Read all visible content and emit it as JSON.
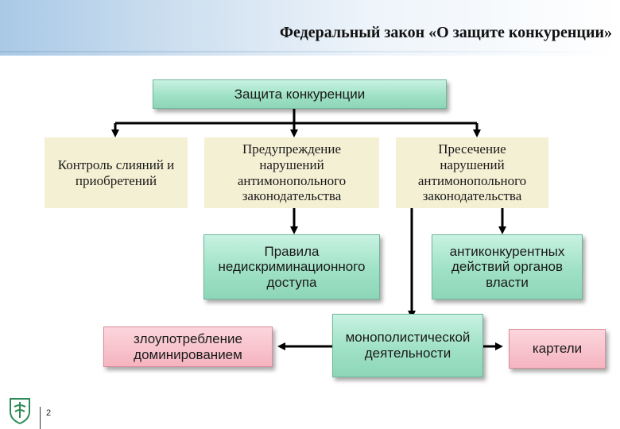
{
  "header": {
    "title": "Федеральный закон «О защите конкуренции»"
  },
  "diagram": {
    "root": "Защита конкуренции",
    "control": "Контроль слияний и приобретений",
    "prevention": "Предупреждение нарушений антимонопольного законодательства",
    "suppression": "Пресечение нарушений антимонопольного законодательства",
    "rules": "Правила недискриминационного доступа",
    "anticompetitive": "антиконкурентных действий органов власти",
    "abuse": "злоупотребление доминированием",
    "monopolistic": "монополистической деятельности",
    "cartels": "картели"
  },
  "footer": {
    "page_number": "2"
  },
  "colors": {
    "green_box": "#9fe1c6",
    "beige_box": "#f4f0d4",
    "pink_box": "#f5b4c0",
    "header_band": "#a9c9e6"
  }
}
